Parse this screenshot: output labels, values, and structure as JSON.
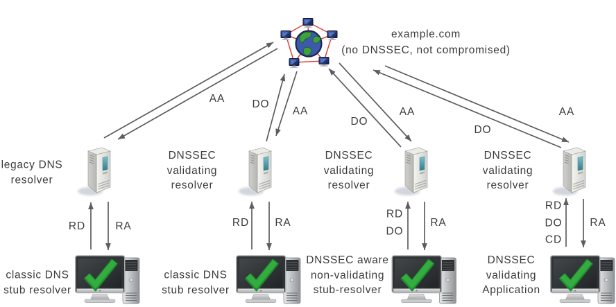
{
  "internet": {
    "icon": "internet-mesh-icon",
    "label": "example.com\n(no DNSSEC, not compromised)"
  },
  "resolvers": [
    {
      "icon": "server-icon",
      "label": "legacy DNS\nresolver"
    },
    {
      "icon": "server-icon",
      "label": "DNSSEC\nvalidating\nresolver"
    },
    {
      "icon": "server-icon",
      "label": "DNSSEC\nvalidating\nresolver"
    },
    {
      "icon": "server-icon",
      "label": "DNSSEC\nvalidating\nresolver"
    }
  ],
  "clients": [
    {
      "icon": "workstation-check-icon",
      "label": "classic DNS\nstub resolver"
    },
    {
      "icon": "workstation-check-icon",
      "label": "classic DNS\nstub resolver"
    },
    {
      "icon": "workstation-check-icon",
      "label": "DNSSEC aware\nnon-validating\nstub-resolver"
    },
    {
      "icon": "workstation-check-icon",
      "label": "DNSSEC\nvalidating\nApplication"
    }
  ],
  "edges": {
    "resolver_to_internet": [
      {
        "query_flags": "",
        "response_flags": "AA"
      },
      {
        "query_flags": "DO",
        "response_flags": "AA"
      },
      {
        "query_flags": "DO",
        "response_flags": "AA"
      },
      {
        "query_flags": "DO",
        "response_flags": "AA"
      }
    ],
    "client_to_resolver": [
      {
        "query_flags": "RD",
        "response_flags": "RA"
      },
      {
        "query_flags": "RD",
        "response_flags": "RA"
      },
      {
        "query_flags": "RD\nDO",
        "response_flags": "RA"
      },
      {
        "query_flags": "RD\nDO\nCD",
        "response_flags": "RA"
      }
    ]
  },
  "colors": {
    "text": "#3b3b3b",
    "arrow": "#5d5d5d",
    "mesh_red": "#dc4338",
    "globe_blue": "#3c59ab",
    "land_green": "#3da23c",
    "server_teal": "#4a9fae",
    "check_green": "#33ad3f"
  }
}
